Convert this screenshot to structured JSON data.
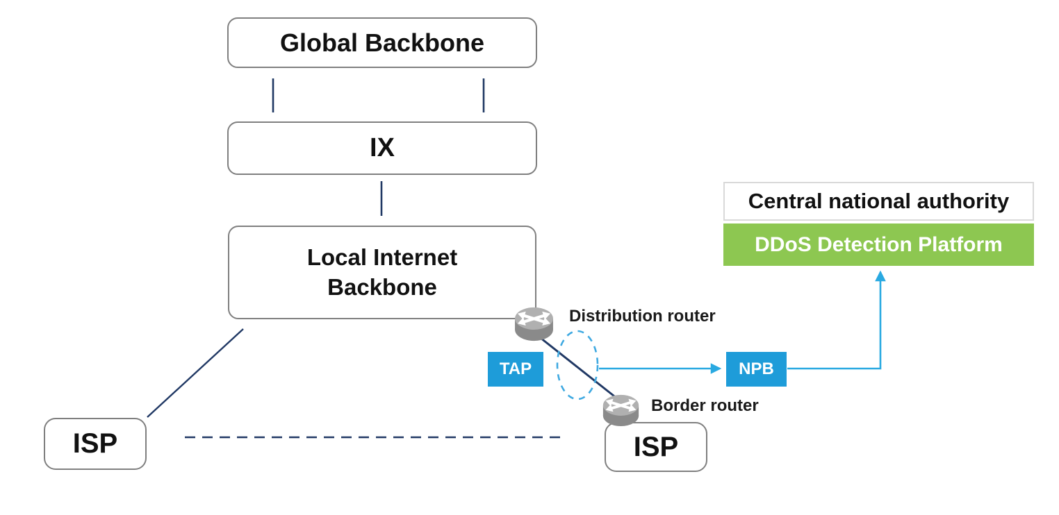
{
  "title": "National DDoS detection network topology diagram",
  "colors": {
    "navy_line": "#203864",
    "accent_blue": "#29a9e1",
    "box_blue": "#1e9cd9",
    "platform_green": "#8dc751",
    "outline_gray": "#7f7f7f",
    "authority_border_gray": "#d9d9d9",
    "router_body_gray": "#8a8a8a",
    "router_top_gray": "#b0b0b0"
  },
  "nodes": {
    "global_backbone": {
      "label": "Global Backbone"
    },
    "ix": {
      "label": "IX"
    },
    "local_backbone": {
      "label": "Local Internet Backbone"
    },
    "isp_left": {
      "label": "ISP"
    },
    "isp_right": {
      "label": "ISP"
    },
    "central_authority": {
      "label": "Central national authority"
    },
    "ddos_platform": {
      "label": "DDoS Detection Platform"
    },
    "tap": {
      "label": "TAP"
    },
    "npb": {
      "label": "NPB"
    }
  },
  "annotations": {
    "distribution_router": {
      "label": "Distribution router"
    },
    "border_router": {
      "label": "Border router"
    }
  }
}
